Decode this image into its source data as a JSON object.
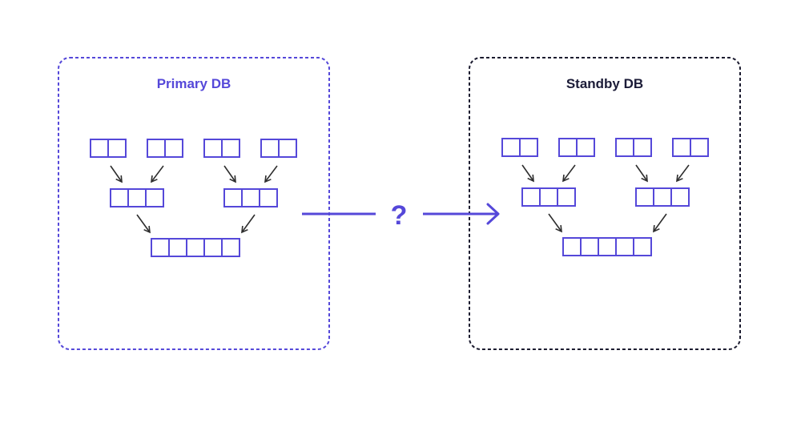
{
  "colors": {
    "accent": "#5548d9",
    "panel_border_primary": "#5548d9",
    "panel_border_standby": "#1b1b2f",
    "title_standby": "#1c1c38",
    "arrow_small": "#2e2e2e",
    "background": "#ffffff"
  },
  "panels": [
    {
      "id": "primary",
      "title": "Primary DB",
      "border": "dashed",
      "tree": {
        "leaves": [
          2,
          2,
          2,
          2
        ],
        "middle": [
          3,
          3
        ],
        "root": [
          5
        ]
      }
    },
    {
      "id": "standby",
      "title": "Standby DB",
      "border": "dashed",
      "tree": {
        "leaves": [
          2,
          2,
          2,
          2
        ],
        "middle": [
          3,
          3
        ],
        "root": [
          5
        ]
      }
    }
  ],
  "connector": {
    "label": "?",
    "direction": "primary-to-standby"
  }
}
